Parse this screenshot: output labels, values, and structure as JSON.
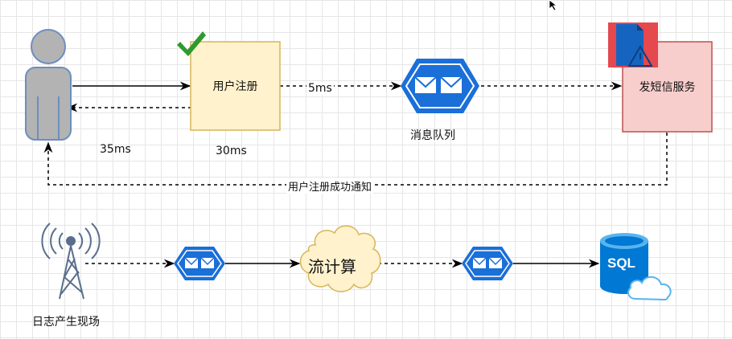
{
  "nodes": {
    "user_register": {
      "label": "用户注册",
      "fill": "#fff2cc",
      "stroke": "#d6b656"
    },
    "message_queue": {
      "label": "消息队列"
    },
    "sms_service": {
      "label": "发短信服务",
      "fill": "#f8cecc",
      "stroke": "#b85450"
    },
    "log_source": {
      "label": "日志产生现场"
    },
    "stream_compute": {
      "label": "流计算",
      "fill": "#fff2cc",
      "stroke": "#d6b656"
    },
    "sql_icon_text": "SQL"
  },
  "edges": {
    "register_to_mq": "5ms",
    "notify_label": "用户注册成功通知",
    "user_time": "35ms",
    "register_time": "30ms"
  },
  "colors": {
    "queue_blue": "#1a6fd8",
    "person_fill": "#b3b3b3",
    "person_stroke": "#6c8ebf",
    "check_green": "#2e9b2e",
    "sql_blue": "#0078d4"
  },
  "icons": [
    "person-icon",
    "check-icon",
    "queue-icon",
    "document-warning-icon",
    "antenna-tower-icon",
    "cloud-shape",
    "sql-database-icon",
    "mouse-cursor-icon"
  ]
}
